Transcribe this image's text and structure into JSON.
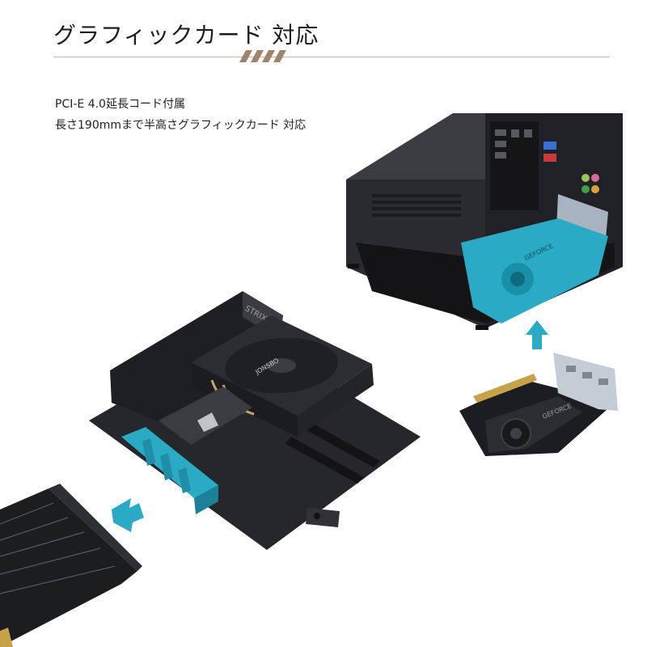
{
  "header": {
    "title": "グラフィックカード 対応"
  },
  "description": {
    "line1": "PCI-E 4.0延長コード付属",
    "line2": "長さ190mmまで半高さグラフィックカード 対応"
  },
  "product_labels": {
    "motherboard_brand": "STRIX",
    "cooler_brand": "JONSBO",
    "gpu_brand": "GEFORCE"
  },
  "colors": {
    "accent": "#a0826d",
    "teal": "#2aaac4",
    "dark": "#1e1e1e"
  },
  "icons": [
    "arrow-up-icon",
    "arrow-right-icon"
  ]
}
